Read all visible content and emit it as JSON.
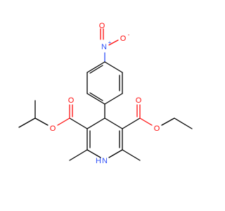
{
  "molecule": {
    "atom_labels": {
      "nitro_n": "N",
      "nitro_n_charge": "+",
      "nitro_o_top": "O",
      "nitro_o_right": "O",
      "nitro_o_right_charge": "-",
      "ester_left_carbonyl_o": "O",
      "ester_left_ether_o": "O",
      "ester_right_carbonyl_o": "O",
      "ester_right_ether_o": "O",
      "ring_nh_n": "N",
      "ring_nh_h": "H"
    },
    "colors": {
      "bond": "#000000",
      "oxygen": "#ff0d0d",
      "nitrogen": "#3050f8"
    }
  }
}
